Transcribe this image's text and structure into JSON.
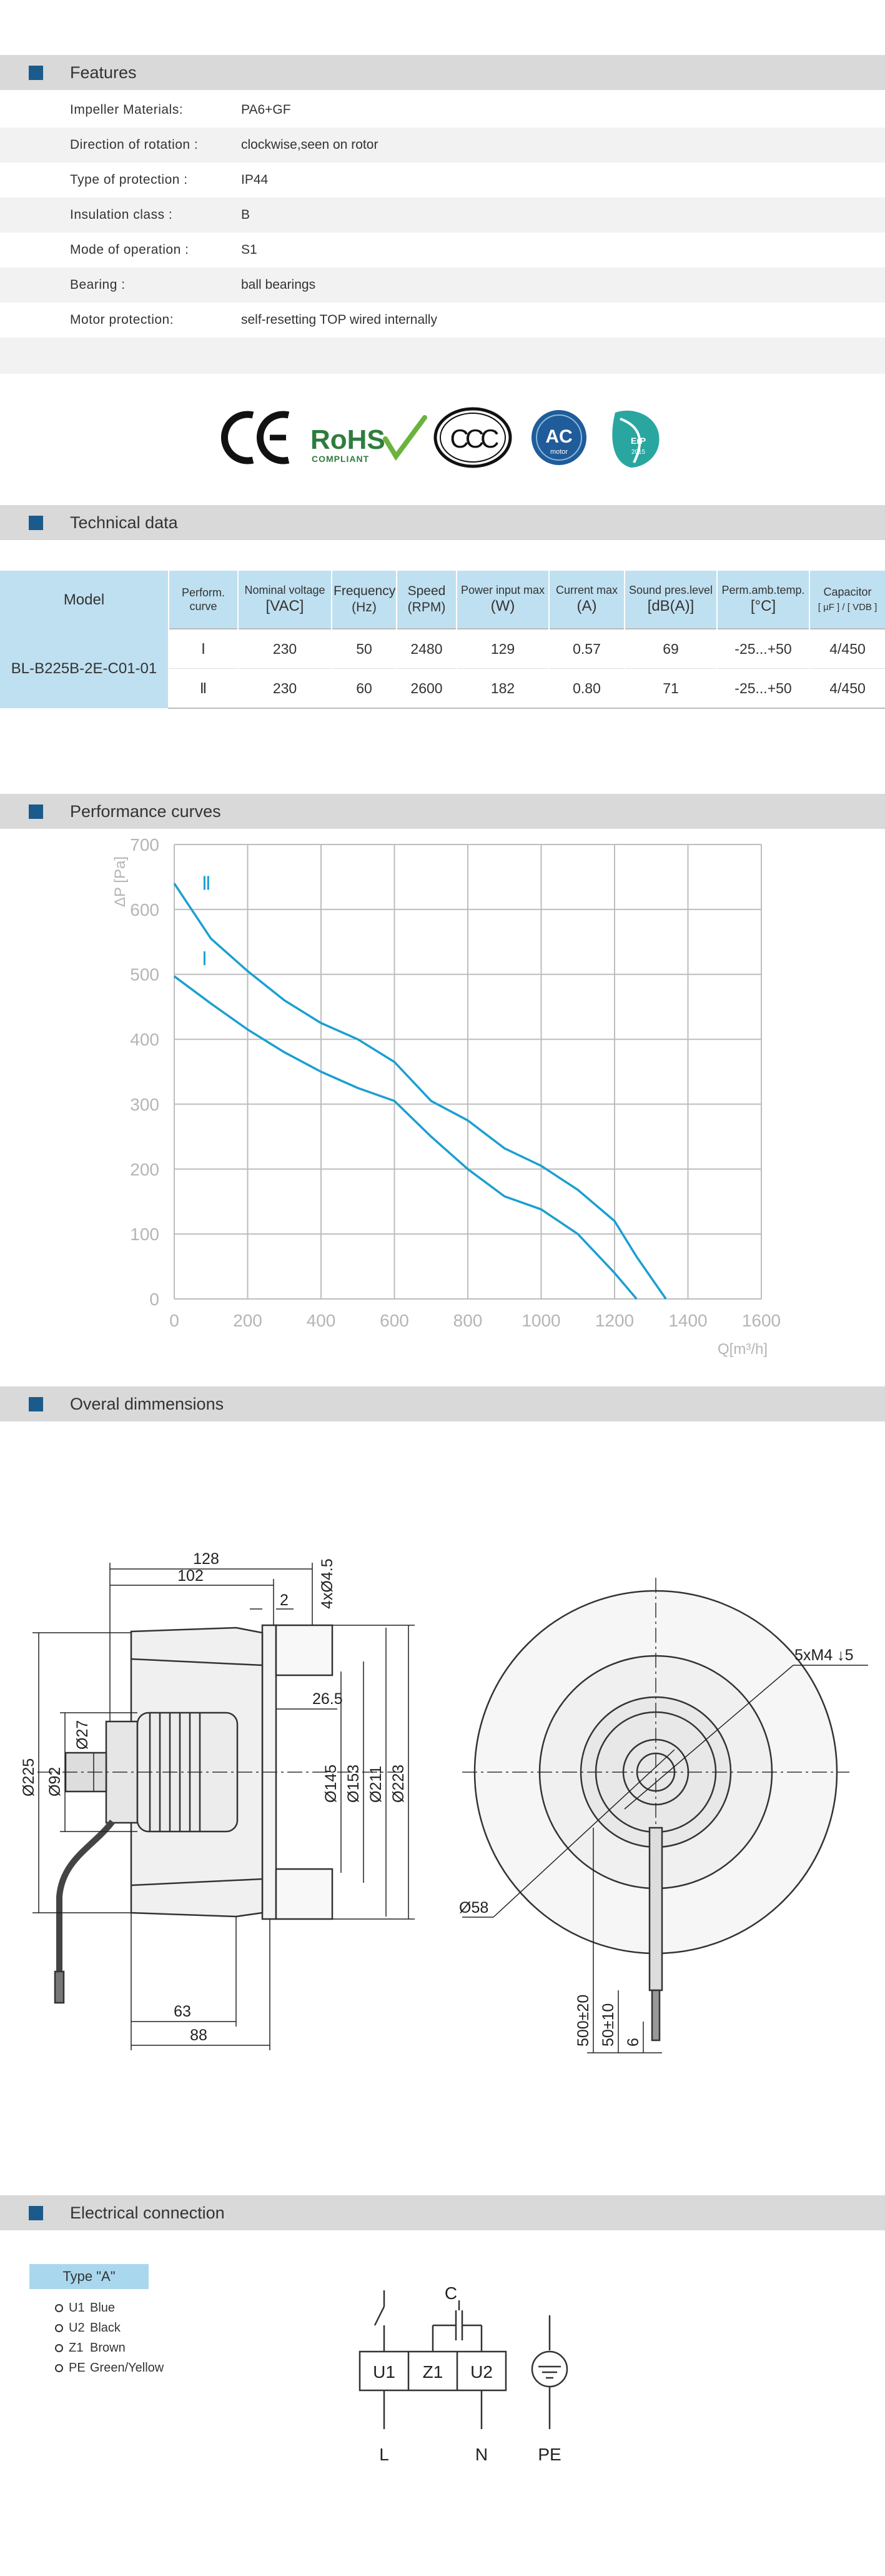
{
  "sections": {
    "features": "Features",
    "technical": "Technical data",
    "performance": "Performance curves",
    "dimensions": "Overal dimmensions",
    "electrical": "Electrical  connection"
  },
  "features": [
    {
      "label": "Impeller  Materials:",
      "value": "PA6+GF"
    },
    {
      "label": "Direction  of  rotation  :",
      "value": "clockwise,seen on rotor"
    },
    {
      "label": "Type of protection :",
      "value": "IP44"
    },
    {
      "label": "Insulation  class  :",
      "value": "B"
    },
    {
      "label": "Mode of operation :",
      "value": "S1"
    },
    {
      "label": "Bearing :",
      "value": "ball  bearings"
    },
    {
      "label": "Motor protection:",
      "value": "self-resetting TOP wired internally"
    }
  ],
  "logos": {
    "ce": "CE",
    "rohs": "RoHS",
    "rohs_sub": "COMPLIANT",
    "ccc": "CCC",
    "ac": "AC",
    "ac_sub": "motor",
    "erp": "ErP",
    "erp_sub": "2015"
  },
  "tech_table": {
    "headers": [
      {
        "l1": "Model",
        "l2": ""
      },
      {
        "l1": "Perform.",
        "l2": "curve"
      },
      {
        "l1": "Nominal  voltage",
        "l2": "[VAC]"
      },
      {
        "l1": "Frequency",
        "l2": "(Hz)"
      },
      {
        "l1": "Speed",
        "l2": "(RPM)"
      },
      {
        "l1": "Power input max",
        "l2": "(W)"
      },
      {
        "l1": "Current  max",
        "l2": "(A)"
      },
      {
        "l1": "Sound pres.level",
        "l2": "[dB(A)]"
      },
      {
        "l1": "Perm.amb.temp.",
        "l2": "[°C]"
      },
      {
        "l1": "Capacitor",
        "l2": "[ µF ] / [ VDB ]"
      }
    ],
    "model": "BL-B225B-2E-C01-01",
    "rows": [
      [
        "Ⅰ",
        "230",
        "50",
        "2480",
        "129",
        "0.57",
        "69",
        "-25...+50",
        "4/450"
      ],
      [
        "Ⅱ",
        "230",
        "60",
        "2600",
        "182",
        "0.80",
        "71",
        "-25...+50",
        "4/450"
      ]
    ]
  },
  "chart_data": {
    "type": "line",
    "ylabel": "ΔP [Pa]",
    "xlabel": "Q[m³/h]",
    "xlim": [
      0,
      1600
    ],
    "ylim": [
      0,
      700
    ],
    "xticks": [
      0,
      200,
      400,
      600,
      800,
      1000,
      1200,
      1400,
      1600
    ],
    "yticks": [
      0,
      100,
      200,
      300,
      400,
      500,
      600,
      700
    ],
    "grid": true,
    "color": "#1b9fd0",
    "series": [
      {
        "name": "Ⅰ",
        "x": [
          0,
          100,
          200,
          300,
          400,
          500,
          600,
          700,
          800,
          900,
          1000,
          1100,
          1200,
          1260
        ],
        "y": [
          497,
          455,
          415,
          380,
          350,
          325,
          305,
          250,
          200,
          158,
          138,
          100,
          40,
          0
        ]
      },
      {
        "name": "Ⅱ",
        "x": [
          0,
          100,
          200,
          300,
          400,
          500,
          600,
          650,
          700,
          800,
          900,
          1000,
          1100,
          1200,
          1260,
          1340
        ],
        "y": [
          640,
          555,
          505,
          460,
          425,
          400,
          365,
          335,
          305,
          275,
          232,
          205,
          168,
          120,
          65,
          0
        ]
      }
    ]
  },
  "dimensions": {
    "d128": "128",
    "d102": "102",
    "d2": "2",
    "d4x45": "4xØ4.5",
    "d265": "26.5",
    "d225": "Ø225",
    "d92": "Ø92",
    "d27": "Ø27",
    "d145": "Ø145",
    "d153": "Ø153",
    "d211": "Ø211",
    "d223": "Ø223",
    "d63": "63",
    "d88": "88",
    "d5xm4": "5xM4 ↓5",
    "d58": "Ø58",
    "d500": "500±20",
    "d50": "50±10",
    "d6": "6"
  },
  "electrical": {
    "type_label": "Type  \"A\"",
    "wires": [
      {
        "code": "U1",
        "color": "Blue"
      },
      {
        "code": "U2",
        "color": "Black"
      },
      {
        "code": "Z1",
        "color": "Brown"
      },
      {
        "code": "PE",
        "color": "Green/Yellow"
      }
    ],
    "diagram": {
      "c": "C",
      "u1": "U1",
      "z1": "Z1",
      "u2": "U2",
      "l": "L",
      "n": "N",
      "pe": "PE"
    }
  }
}
